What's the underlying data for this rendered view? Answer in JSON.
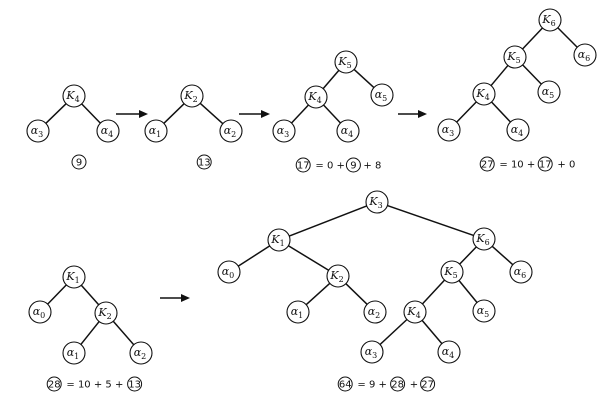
{
  "panels": [
    {
      "id": "t1",
      "nodes": [
        {
          "id": "k4",
          "base": "K",
          "sub": "4"
        },
        {
          "id": "a3",
          "base": "α",
          "sub": "3"
        },
        {
          "id": "a4",
          "base": "α",
          "sub": "4"
        }
      ],
      "edges": [
        [
          "k4",
          "a3"
        ],
        [
          "k4",
          "a4"
        ]
      ],
      "cost": [
        {
          "kind": "circled",
          "text": "9"
        }
      ]
    },
    {
      "id": "t2",
      "nodes": [
        {
          "id": "k2",
          "base": "K",
          "sub": "2"
        },
        {
          "id": "a1",
          "base": "α",
          "sub": "1"
        },
        {
          "id": "a2",
          "base": "α",
          "sub": "2"
        }
      ],
      "edges": [
        [
          "k2",
          "a1"
        ],
        [
          "k2",
          "a2"
        ]
      ],
      "cost": [
        {
          "kind": "circled",
          "text": "13"
        }
      ]
    },
    {
      "id": "t3",
      "nodes": [
        {
          "id": "k5",
          "base": "K",
          "sub": "5"
        },
        {
          "id": "k4",
          "base": "K",
          "sub": "4"
        },
        {
          "id": "a5",
          "base": "α",
          "sub": "5"
        },
        {
          "id": "a3",
          "base": "α",
          "sub": "3"
        },
        {
          "id": "a4",
          "base": "α",
          "sub": "4"
        }
      ],
      "edges": [
        [
          "k5",
          "k4"
        ],
        [
          "k5",
          "a5"
        ],
        [
          "k4",
          "a3"
        ],
        [
          "k4",
          "a4"
        ]
      ],
      "cost": [
        {
          "kind": "circled",
          "text": "17"
        },
        {
          "kind": "text",
          "text": "= 0 +"
        },
        {
          "kind": "circled",
          "text": "9"
        },
        {
          "kind": "text",
          "text": "+   8"
        }
      ]
    },
    {
      "id": "t4",
      "nodes": [
        {
          "id": "k6",
          "base": "K",
          "sub": "6"
        },
        {
          "id": "k5",
          "base": "K",
          "sub": "5"
        },
        {
          "id": "a6",
          "base": "α",
          "sub": "6"
        },
        {
          "id": "k4",
          "base": "K",
          "sub": "4"
        },
        {
          "id": "a5",
          "base": "α",
          "sub": "5"
        },
        {
          "id": "a3",
          "base": "α",
          "sub": "3"
        },
        {
          "id": "a4",
          "base": "α",
          "sub": "4"
        }
      ],
      "edges": [
        [
          "k6",
          "k5"
        ],
        [
          "k6",
          "a6"
        ],
        [
          "k5",
          "k4"
        ],
        [
          "k5",
          "a5"
        ],
        [
          "k4",
          "a3"
        ],
        [
          "k4",
          "a4"
        ]
      ],
      "cost": [
        {
          "kind": "circled",
          "text": "27"
        },
        {
          "kind": "text",
          "text": "= 10 +"
        },
        {
          "kind": "circled",
          "text": "17"
        },
        {
          "kind": "text",
          "text": "+ 0"
        }
      ]
    },
    {
      "id": "t5",
      "nodes": [
        {
          "id": "k1",
          "base": "K",
          "sub": "1"
        },
        {
          "id": "a0",
          "base": "α",
          "sub": "0"
        },
        {
          "id": "k2",
          "base": "K",
          "sub": "2"
        },
        {
          "id": "a1",
          "base": "α",
          "sub": "1"
        },
        {
          "id": "a2",
          "base": "α",
          "sub": "2"
        }
      ],
      "edges": [
        [
          "k1",
          "a0"
        ],
        [
          "k1",
          "k2"
        ],
        [
          "k2",
          "a1"
        ],
        [
          "k2",
          "a2"
        ]
      ],
      "cost": [
        {
          "kind": "circled",
          "text": "28"
        },
        {
          "kind": "text",
          "text": "= 10 + 5 +"
        },
        {
          "kind": "circled",
          "text": "13"
        }
      ]
    },
    {
      "id": "t6",
      "nodes": [
        {
          "id": "k3",
          "base": "K",
          "sub": "3"
        },
        {
          "id": "k1",
          "base": "K",
          "sub": "1"
        },
        {
          "id": "k6",
          "base": "K",
          "sub": "6"
        },
        {
          "id": "a0",
          "base": "α",
          "sub": "0"
        },
        {
          "id": "k2",
          "base": "K",
          "sub": "2"
        },
        {
          "id": "k5",
          "base": "K",
          "sub": "5"
        },
        {
          "id": "a6",
          "base": "α",
          "sub": "6"
        },
        {
          "id": "a1",
          "base": "α",
          "sub": "1"
        },
        {
          "id": "a2",
          "base": "α",
          "sub": "2"
        },
        {
          "id": "k4",
          "base": "K",
          "sub": "4"
        },
        {
          "id": "a5",
          "base": "α",
          "sub": "5"
        },
        {
          "id": "a3",
          "base": "α",
          "sub": "3"
        },
        {
          "id": "a4",
          "base": "α",
          "sub": "4"
        }
      ],
      "edges": [
        [
          "k3",
          "k1"
        ],
        [
          "k3",
          "k6"
        ],
        [
          "k1",
          "a0"
        ],
        [
          "k1",
          "k2"
        ],
        [
          "k2",
          "a1"
        ],
        [
          "k2",
          "a2"
        ],
        [
          "k6",
          "k5"
        ],
        [
          "k6",
          "a6"
        ],
        [
          "k5",
          "k4"
        ],
        [
          "k5",
          "a5"
        ],
        [
          "k4",
          "a3"
        ],
        [
          "k4",
          "a4"
        ]
      ],
      "cost": [
        {
          "kind": "circled",
          "text": "64"
        },
        {
          "kind": "text",
          "text": "= 9 +"
        },
        {
          "kind": "circled",
          "text": "28"
        },
        {
          "kind": "text",
          "text": "+"
        },
        {
          "kind": "circled",
          "text": "27"
        }
      ]
    }
  ],
  "arrows": [
    "arrow-1",
    "arrow-2",
    "arrow-3",
    "arrow-4"
  ]
}
